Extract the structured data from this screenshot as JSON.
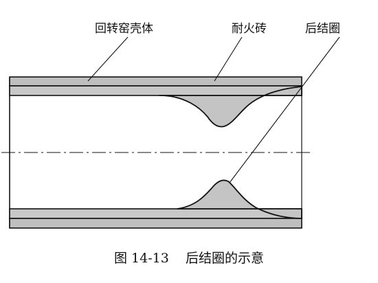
{
  "labels": {
    "kiln_shell": "回转窑壳体",
    "refractory_brick": "耐火砖",
    "rear_ring": "后结圈"
  },
  "caption": "图 14-13    后结圈的示意",
  "colors": {
    "line": "#111111",
    "shell_fill": "#bfbfbf",
    "lining_fill": "#c8c8c8",
    "ring_fill": "#c4c4c4",
    "background": "#ffffff"
  }
}
